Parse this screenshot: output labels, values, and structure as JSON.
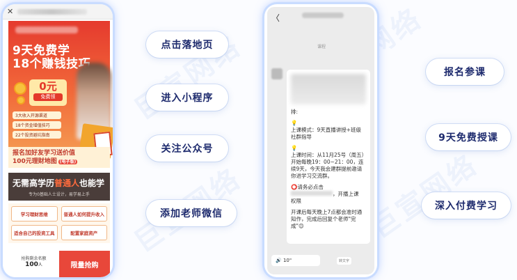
{
  "watermark": {
    "text": "巨宣网络"
  },
  "left_phone": {
    "close_icon": "✕",
    "hero_title_line1": "9天免费学",
    "hero_title_line2": "18个赚钱技巧",
    "badge_price": "0元",
    "badge_label": "免费领",
    "benefits": [
      "3大收入开源渠道",
      "18个资金增值技巧",
      "22个投资避坑指南"
    ],
    "promo_line1": "报名加好友学习送价值",
    "promo_line2": "100元理财地图",
    "promo_tag": "(电子版)",
    "dark_title_a": "无需高学历",
    "dark_title_b": "普通人",
    "dark_title_c": "也能学",
    "dark_sub": "专为0基础人士设计，易学易上手",
    "grid_items": [
      "学习理财思维",
      "普通人如何提升收入",
      "适合自己的投资工具",
      "配置家庭资产"
    ],
    "remaining_label": "抢购剩余名额",
    "remaining_count": "100",
    "remaining_unit": "人",
    "buy_button": "限量抢购"
  },
  "right_phone": {
    "back_icon": "〈",
    "chat_sub": "课程",
    "msg_partial": "排:",
    "mode_line": "上课模式：9天直播讲授+班级社群指导",
    "time_line": "上课时间：从11月25号（周五）开始每晚19：00~21：00，连续9天，今天我会建群提前邀请你进学习交流群。",
    "must_line": "请务必点击",
    "must_suffix": "，开播上课",
    "must_end": "权限",
    "final_line": "开课后每天晚上7点都会准时通知作，完成后回复个老师\"完成\"😊",
    "voice_label": "10\"",
    "small_btn": "转文字"
  },
  "labels_left": [
    "点击落地页",
    "进入小程序",
    "关注公众号",
    "添加老师微信"
  ],
  "labels_right": [
    "报名参课",
    "9天免费授课",
    "深入付费学习"
  ]
}
